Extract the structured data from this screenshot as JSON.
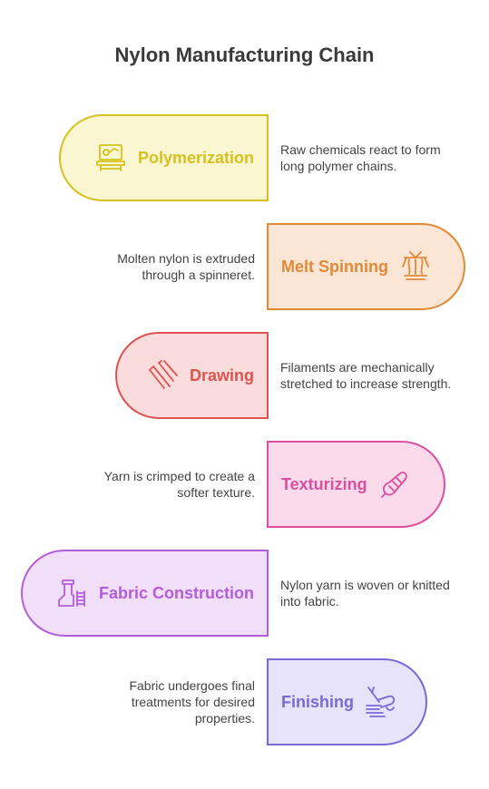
{
  "title": "Nylon Manufacturing Chain",
  "steps": [
    {
      "label": "Polymerization",
      "icon": "lab-bench-icon",
      "color": "#d6c21f",
      "fill": "#fbf6d2",
      "description": [
        "Raw chemicals react to form",
        "long polymer chains."
      ]
    },
    {
      "label": "Melt Spinning",
      "icon": "spinneret-icon",
      "color": "#e08a38",
      "fill": "#fbe5d4",
      "description": [
        "Molten nylon is extruded",
        "through a spinneret."
      ]
    },
    {
      "label": "Drawing",
      "icon": "stretched-filaments-icon",
      "color": "#e0534e",
      "fill": "#fbdcdc",
      "description": [
        "Filaments are mechanically",
        "stretched to increase strength."
      ]
    },
    {
      "label": "Texturizing",
      "icon": "crimped-yarn-icon",
      "color": "#dc4f9f",
      "fill": "#fadaeb",
      "description": [
        "Yarn is crimped to create a",
        "softer texture."
      ]
    },
    {
      "label": "Fabric Construction",
      "icon": "loom-icon",
      "color": "#b45dd8",
      "fill": "#f1dff9",
      "description": [
        "Nylon yarn is woven or knitted",
        "into fabric."
      ]
    },
    {
      "label": "Finishing",
      "icon": "finishing-treatment-icon",
      "color": "#7a6ad8",
      "fill": "#e6e3fb",
      "description": [
        "Fabric undergoes final",
        "treatments for desired",
        "properties."
      ]
    }
  ]
}
